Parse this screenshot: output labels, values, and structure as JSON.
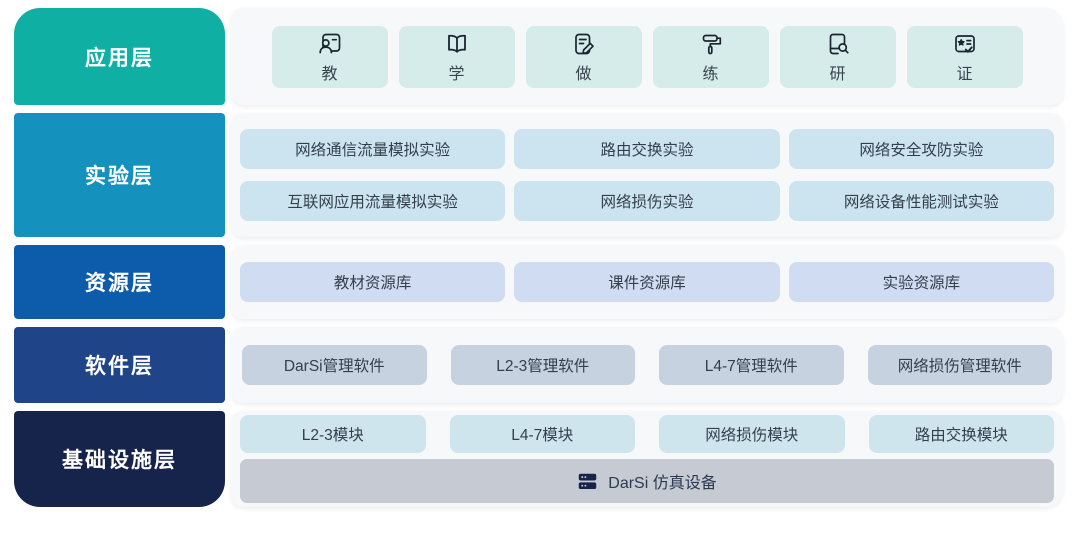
{
  "layers": [
    {
      "label": "应用层",
      "color": "#0fafa4",
      "item_bg": "#d6ecea",
      "items": [
        {
          "label": "教",
          "icon": "teacher-icon"
        },
        {
          "label": "学",
          "icon": "open-book-icon"
        },
        {
          "label": "做",
          "icon": "document-edit-icon"
        },
        {
          "label": "练",
          "icon": "paint-roller-icon"
        },
        {
          "label": "研",
          "icon": "book-search-icon"
        },
        {
          "label": "证",
          "icon": "certificate-icon"
        }
      ]
    },
    {
      "label": "实验层",
      "color": "#1591be",
      "item_bg": "#cbe4ef",
      "rows": [
        [
          "网络通信流量模拟实验",
          "路由交换实验",
          "网络安全攻防实验"
        ],
        [
          "互联网应用流量模拟实验",
          "网络损伤实验",
          "网络设备性能测试实验"
        ]
      ]
    },
    {
      "label": "资源层",
      "color": "#0d5cab",
      "item_bg": "#d0dcf1",
      "items": [
        "教材资源库",
        "课件资源库",
        "实验资源库"
      ]
    },
    {
      "label": "软件层",
      "color": "#1f4488",
      "item_bg": "#c6d2e0",
      "items": [
        "DarSi管理软件",
        "L2-3管理软件",
        "L4-7管理软件",
        "网络损伤管理软件"
      ]
    },
    {
      "label": "基础设施层",
      "color": "#16234a",
      "item_bg": "#cfe5ee",
      "items": [
        "L2-3模块",
        "L4-7模块",
        "网络损伤模块",
        "路由交换模块"
      ],
      "device": {
        "label": "DarSi 仿真设备",
        "icon": "server-icon",
        "bg": "#c5cad3"
      }
    }
  ],
  "colors": {
    "page_bg": "#ffffff",
    "panel_bg": "#f7f8fa",
    "item_text": "#333f4d",
    "label_text": "#ffffff",
    "icon_stroke": "#1b2430"
  }
}
